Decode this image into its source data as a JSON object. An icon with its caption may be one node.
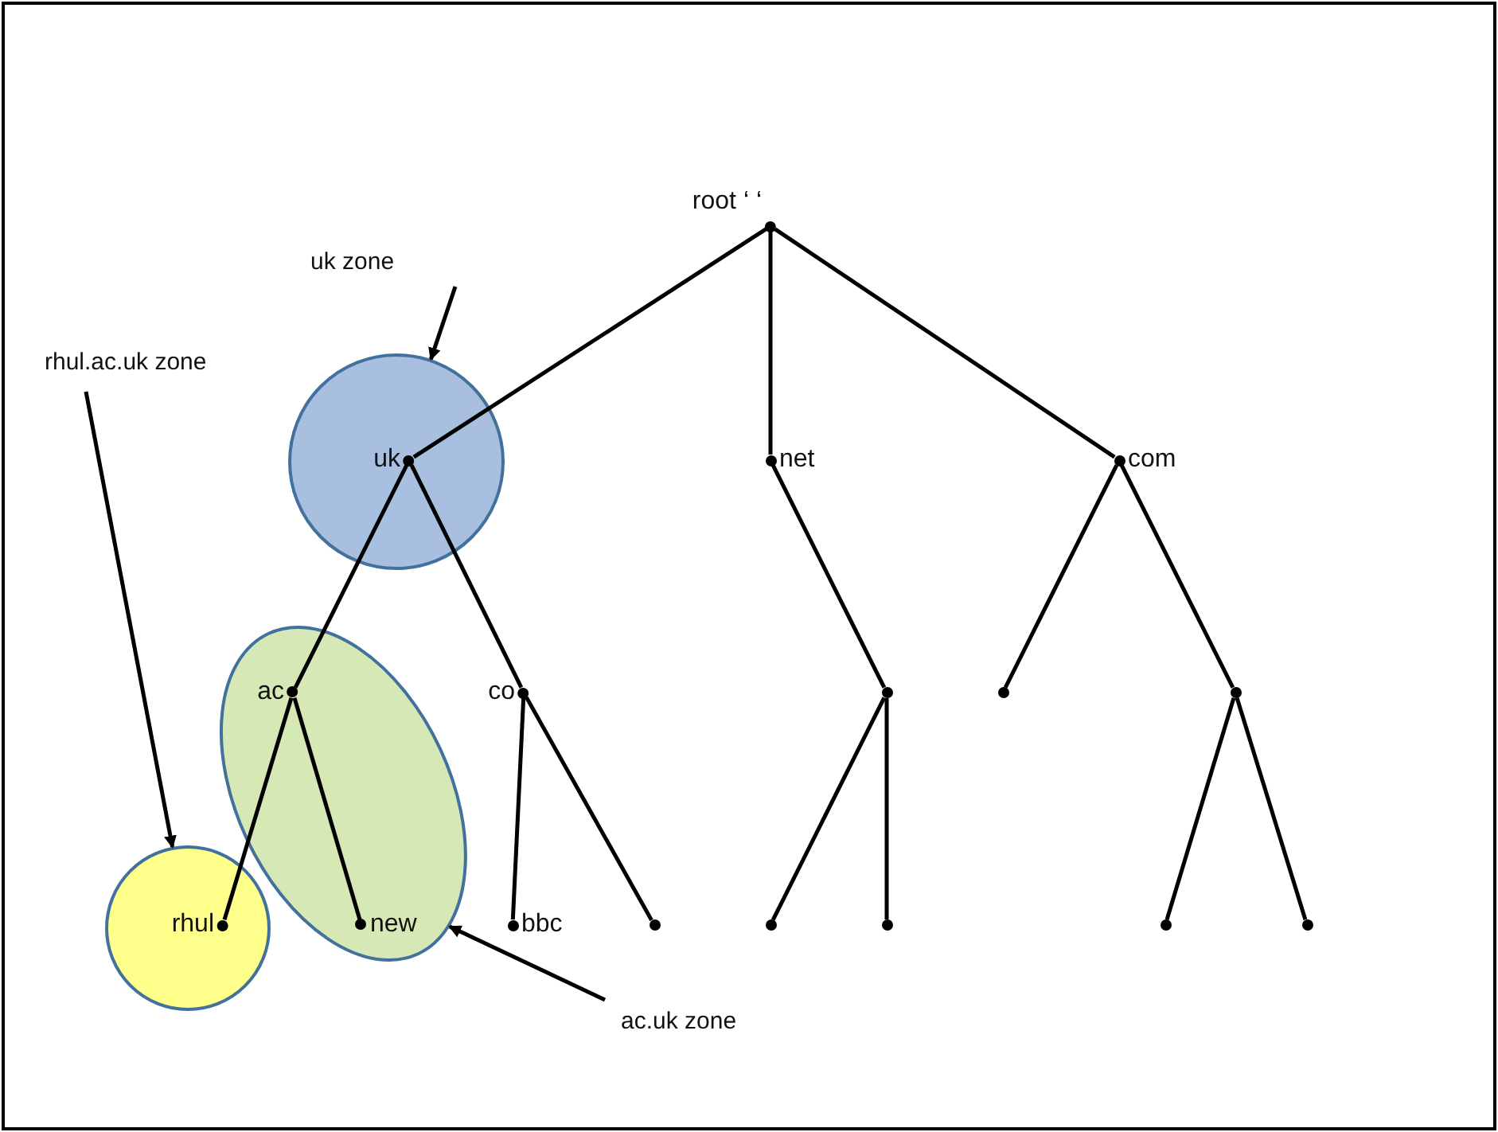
{
  "diagram": {
    "nodes": [
      {
        "text": [
          "root ‘ ‘"
        ]
      },
      {
        "text": [
          "uk zone"
        ]
      },
      {
        "text": [
          "rhul.ac.uk zone"
        ]
      },
      {
        "text": [],
        "shape": "circle"
      },
      {
        "text": [
          "uk"
        ],
        "in": 3
      },
      {
        "text": [
          "net"
        ]
      },
      {
        "text": [
          "com"
        ]
      },
      {
        "text": [],
        "shape": "ellipse"
      },
      {
        "text": [
          "ac"
        ],
        "in": 7
      },
      {
        "text": [
          "co"
        ]
      },
      {
        "text": [],
        "shape": "dot"
      },
      {
        "text": [],
        "shape": "dot"
      },
      {
        "text": [],
        "shape": "dot"
      },
      {
        "text": [],
        "shape": "circle"
      },
      {
        "text": [
          "rhul"
        ],
        "in": 13
      },
      {
        "text": [
          "new"
        ],
        "in": 7
      },
      {
        "text": [
          "bbc"
        ]
      },
      {
        "text": [],
        "shape": "dot"
      },
      {
        "text": [],
        "shape": "dot"
      },
      {
        "text": [],
        "shape": "dot"
      },
      {
        "text": [],
        "shape": "dot"
      },
      {
        "text": [],
        "shape": "dot"
      },
      {
        "text": [
          "ac.uk zone"
        ]
      }
    ],
    "edges": [
      {
        "from": 0,
        "to": 4,
        "arrow": "none"
      },
      {
        "from": 0,
        "to": 5,
        "arrow": "none"
      },
      {
        "from": 0,
        "to": 6,
        "arrow": "none"
      },
      {
        "from": 4,
        "to": 8,
        "arrow": "none"
      },
      {
        "from": 4,
        "to": 9,
        "arrow": "none"
      },
      {
        "from": 5,
        "to": 10,
        "arrow": "none"
      },
      {
        "from": 6,
        "to": 11,
        "arrow": "none"
      },
      {
        "from": 6,
        "to": 12,
        "arrow": "none"
      },
      {
        "from": 8,
        "to": 14,
        "arrow": "none"
      },
      {
        "from": 8,
        "to": 15,
        "arrow": "none"
      },
      {
        "from": 9,
        "to": 16,
        "arrow": "none"
      },
      {
        "from": 9,
        "to": 17,
        "arrow": "none"
      },
      {
        "from": 10,
        "to": 18,
        "arrow": "none"
      },
      {
        "from": 10,
        "to": 19,
        "arrow": "none"
      },
      {
        "from": 12,
        "to": 20,
        "arrow": "none"
      },
      {
        "from": 12,
        "to": 21,
        "arrow": "none"
      },
      {
        "from": 1,
        "to": 3,
        "arrow": "to"
      },
      {
        "from": 2,
        "to": 13,
        "arrow": "to"
      },
      {
        "from": 22,
        "to": 7,
        "arrow": "to"
      }
    ]
  }
}
